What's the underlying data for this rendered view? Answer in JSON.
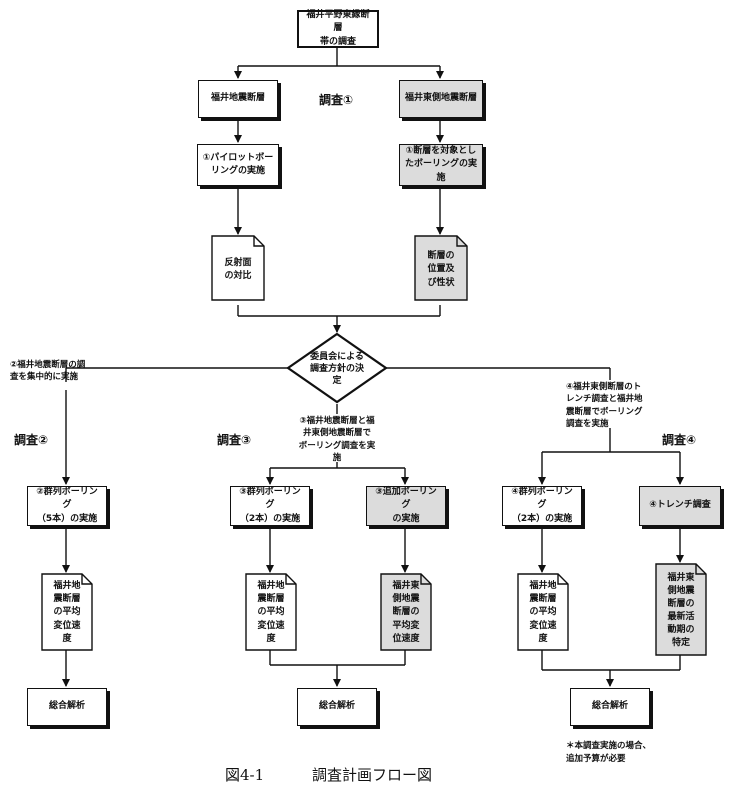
{
  "top_box": "福井平野東縁断層\n帯の調査",
  "survey_labels": {
    "s1": "調査①",
    "s2": "調査②",
    "s3": "調査③",
    "s4": "調査④"
  },
  "level2": {
    "left": "福井地震断層",
    "right": "福井東側地震断層"
  },
  "level3": {
    "left": "①パイロットボー\nリングの実施",
    "right": "①断層を対象とし\nたボーリングの実\n施"
  },
  "level4_docs": {
    "left": "反射面\nの対比",
    "right": "断層の\n位置及\nび性状"
  },
  "decision": "委員会による\n調査方針の決\n定",
  "branch_labels": {
    "left": "②福井地震断層の調\n査を集中的に実施",
    "middle": "③福井地震断層と福\n井東側地震断層で\nボーリング調査を実\n施",
    "right": "④福井東側断層のト\nレンチ調査と福井地\n震断層でボーリング\n調査を実施"
  },
  "process_boxes": {
    "c1": "②群列ボーリング\n（5本）の実施",
    "c2": "③群列ボーリング\n（2本）の実施",
    "c3": "③追加ボーリング\nの実施",
    "c4": "④群列ボーリング\n（2本）の実施",
    "c5": "④トレンチ調査"
  },
  "result_docs": {
    "c1": "福井地\n震断層\nの平均\n変位速\n度",
    "c2": "福井地\n震断層\nの平均\n変位速\n度",
    "c3": "福井東\n側地震\n断層の\n平均変\n位速度",
    "c4": "福井地\n震断層\nの平均\n変位速\n度",
    "c5": "福井東\n側地震\n断層の\n最新活\n動期の\n特定"
  },
  "final_boxes": {
    "left": "総合解析",
    "middle": "総合解析",
    "right": "総合解析"
  },
  "note": "＊本調査実施の場合、\n追加予算が必要",
  "caption": {
    "figure": "図4-1",
    "title": "調査計画フロー図"
  },
  "colors": {
    "line": "#111111",
    "shaded": "#dcdcdc",
    "background": "#ffffff"
  }
}
